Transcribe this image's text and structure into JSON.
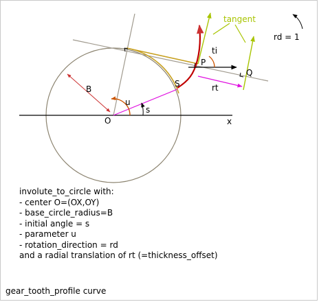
{
  "colors": {
    "circle": "#8c8470",
    "axis": "#000000",
    "radius": "#cc3333",
    "gray_line": "#a09a8e",
    "involute": "#c7a020",
    "translation": "#e010e0",
    "profile": "#c00000",
    "tangent": "#a8c400",
    "angle_arc": "#cc5500"
  },
  "labels": {
    "B": "B",
    "u": "u",
    "s": "s",
    "O": "O",
    "x": "x",
    "S": "S",
    "P": "P",
    "Q": "Q",
    "rt": "rt",
    "ti": "ti",
    "tangent": "tangent",
    "rd": "rd = 1"
  },
  "notes": [
    "involute_to_circle with:",
    "- center O=(OX,OY)",
    "- base_circle_radius=B",
    "- initial angle = s",
    "- parameter u",
    "- rotation_direction = rd",
    "and a radial translation of rt (=thickness_offset)"
  ],
  "caption": "gear_tooth_profile curve"
}
